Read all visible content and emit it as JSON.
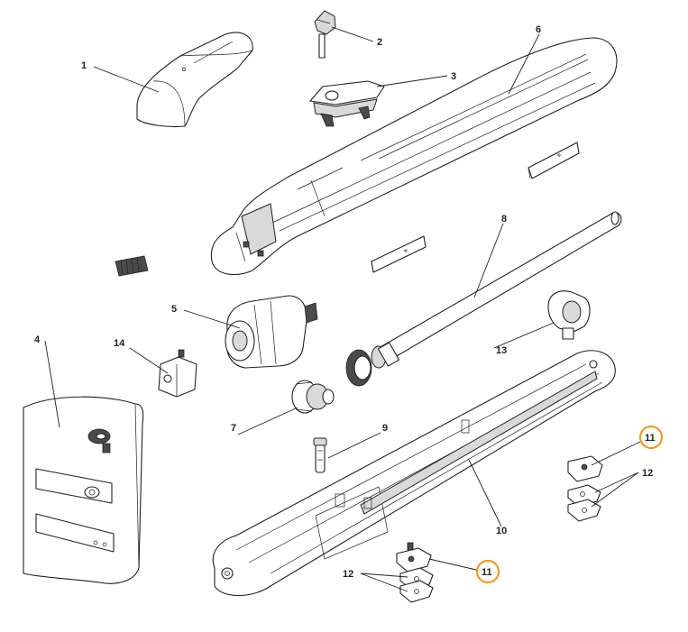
{
  "labels": {
    "l1": "1",
    "l2": "2",
    "l3": "3",
    "l4": "4",
    "l5": "5",
    "l6": "6",
    "l7": "7",
    "l8": "8",
    "l9": "9",
    "l10": "10",
    "l11a": "11",
    "l11b": "11",
    "l12a": "12",
    "l12b": "12",
    "l13": "13",
    "l14": "14"
  },
  "colors": {
    "highlight": "#f39a1e",
    "line": "#231f20",
    "shade": "#d9d9d9"
  }
}
